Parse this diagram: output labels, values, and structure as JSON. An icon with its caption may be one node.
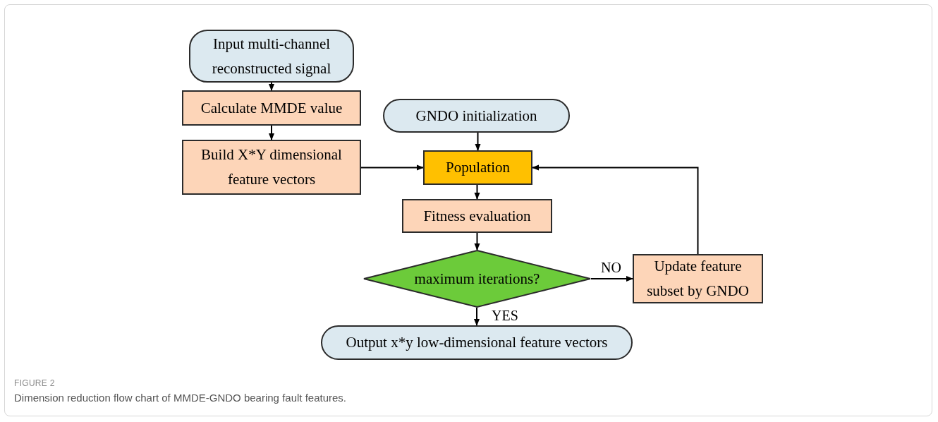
{
  "diagram": {
    "caption": "Dimension reduction flow chart of MMDE-GNDO bearing fault features.",
    "nodes": [
      {
        "text": [
          "Input multi-channel reconstructed signal"
        ]
      },
      {
        "text": [
          "Calculate MMDE value"
        ]
      },
      {
        "text": [
          "Build X*Y dimensional feature vectors"
        ]
      },
      {
        "text": [
          "GNDO initialization"
        ]
      },
      {
        "text": [
          "Population"
        ]
      },
      {
        "text": [
          "Fitness evaluation"
        ]
      },
      {
        "text": [
          "maximum iterations?"
        ]
      },
      {
        "text": [
          "Update feature subset by GNDO"
        ]
      },
      {
        "text": [
          "Output x*y low-dimensional feature vectors"
        ]
      }
    ],
    "edges": [
      {
        "from": 0,
        "to": 1,
        "arrow": "to"
      },
      {
        "from": 1,
        "to": 2,
        "arrow": "to"
      },
      {
        "from": 2,
        "to": 4,
        "arrow": "to"
      },
      {
        "from": 3,
        "to": 4,
        "arrow": "to"
      },
      {
        "from": 4,
        "to": 5,
        "arrow": "to"
      },
      {
        "from": 5,
        "to": 6,
        "arrow": "to"
      },
      {
        "from": 6,
        "to": 7,
        "arrow": "to",
        "label": "NO"
      },
      {
        "from": 7,
        "to": 4,
        "arrow": "to"
      },
      {
        "from": 6,
        "to": 8,
        "arrow": "to",
        "label": "YES"
      }
    ],
    "labels": [
      "FIGURE 2"
    ]
  }
}
